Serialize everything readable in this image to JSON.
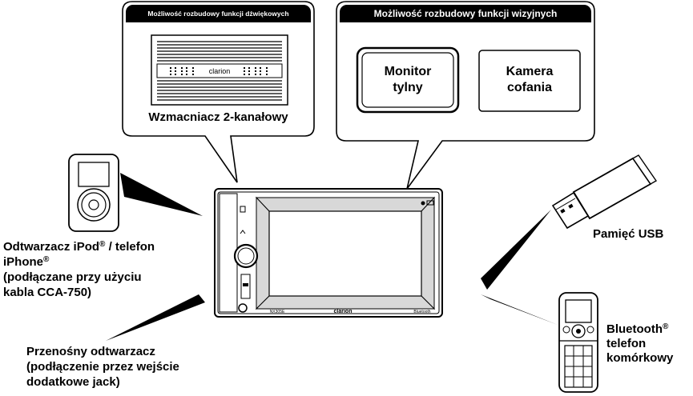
{
  "audio_expansion": {
    "header": "Możliwość rozbudowy funkcji dźwiękowych",
    "device_label": "Wzmacniacz 2-kanałowy",
    "amp_brand": "clarion"
  },
  "video_expansion": {
    "header": "Możliwość rozbudowy funkcji wizyjnych",
    "rear_monitor": [
      "Monitor",
      "tylny"
    ],
    "rear_camera": [
      "Kamera",
      "cofania"
    ]
  },
  "ipod": {
    "line1_a": "Odtwarzacz iPod",
    "line1_reg": "®",
    "line1_b": " / telefon",
    "line2_a": "iPhone",
    "line2_reg": "®",
    "line3": "(podłączane przy użyciu",
    "line4": "kabla CCA-750)"
  },
  "portable_player": {
    "line1": "Przenośny odtwarzacz",
    "line2": "(podłączenie przez wejście",
    "line3": "dodatkowe jack)"
  },
  "usb": {
    "label": "Pamięć USB"
  },
  "bluetooth_phone": {
    "line1_a": "Bluetooth",
    "line1_reg": "®",
    "line2": "telefon",
    "line3": "komórkowy"
  },
  "head_unit": {
    "brand": "clarion",
    "model": "NX305E",
    "bt_badge": "Bluetooth"
  },
  "colors": {
    "ink": "#000000",
    "paper": "#ffffff",
    "screen_shade": "#d8d8d8"
  },
  "icons": [
    "ipod-icon",
    "usb-stick-icon",
    "mobile-phone-icon",
    "amplifier-icon",
    "head-unit-device"
  ]
}
